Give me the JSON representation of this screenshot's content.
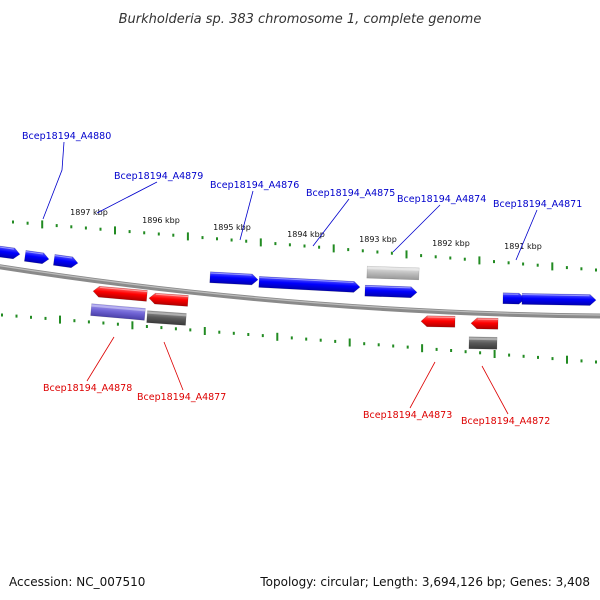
{
  "title": "Burkholderia sp. 383 chromosome 1, complete genome",
  "footer": {
    "accession": "Accession: NC_007510",
    "topology": "Topology: circular; Length: 3,694,126 bp; Genes: 3,408"
  },
  "colors": {
    "forward": "#0000ff",
    "reverse": "#ff0000",
    "forward_label": "#0000cc",
    "reverse_label": "#dd0000",
    "tick": "#228b22",
    "backbone": "#808080",
    "hit_purple": "#6f63d4",
    "hit_dark": "#5a5a5a",
    "hit_light": "#b8b8b8"
  },
  "kbp_ticks": [
    "1897 kbp",
    "1896 kbp",
    "1895 kbp",
    "1894 kbp",
    "1893 kbp",
    "1892 kbp",
    "1891 kbp"
  ],
  "forward_labels": [
    "Bcep18194_A4880",
    "Bcep18194_A4879",
    "Bcep18194_A4876",
    "Bcep18194_A4875",
    "Bcep18194_A4874",
    "Bcep18194_A4871"
  ],
  "reverse_labels": [
    "Bcep18194_A4878",
    "Bcep18194_A4877",
    "Bcep18194_A4873",
    "Bcep18194_A4872"
  ]
}
